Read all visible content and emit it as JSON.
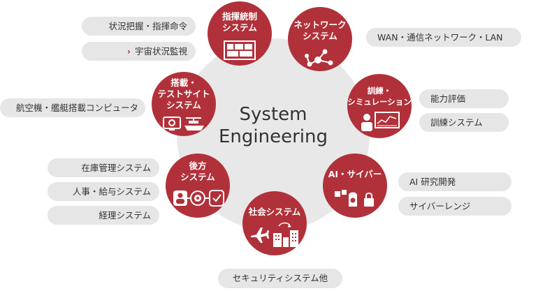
{
  "hub": {
    "title_line1": "System",
    "title_line2": "Engineering"
  },
  "nodes": {
    "command": {
      "label": "指揮統制\nシステム"
    },
    "network": {
      "label": "ネットワーク\nシステム"
    },
    "onboard": {
      "label": "搭載・\nテストサイト\nシステム"
    },
    "training": {
      "label": "訓練・\nシミュレーション"
    },
    "logistics": {
      "label": "後方\nシステム"
    },
    "ai_cyber": {
      "label": "AI・サイバー"
    },
    "social": {
      "label": "社会システム"
    }
  },
  "pills": {
    "situation": "状況把握・指揮命令",
    "space": "宇宙状況監視",
    "network_items": "WAN・通信ネットワーク・LAN",
    "aircraft": "航空機・艦艇搭載コンピュータ",
    "ability": "能力評価",
    "training_sys": "訓練システム",
    "inventory": "在庫管理システム",
    "hr": "人事・給与システム",
    "accounting": "経理システム",
    "ai_research": "AI 研究開発",
    "cyber_range": "サイバーレンジ",
    "security": "セキュリティシステム他"
  },
  "colors": {
    "accent": "#b1313a",
    "hub": "#e8e8e8",
    "pill": "#e6e6e6"
  }
}
